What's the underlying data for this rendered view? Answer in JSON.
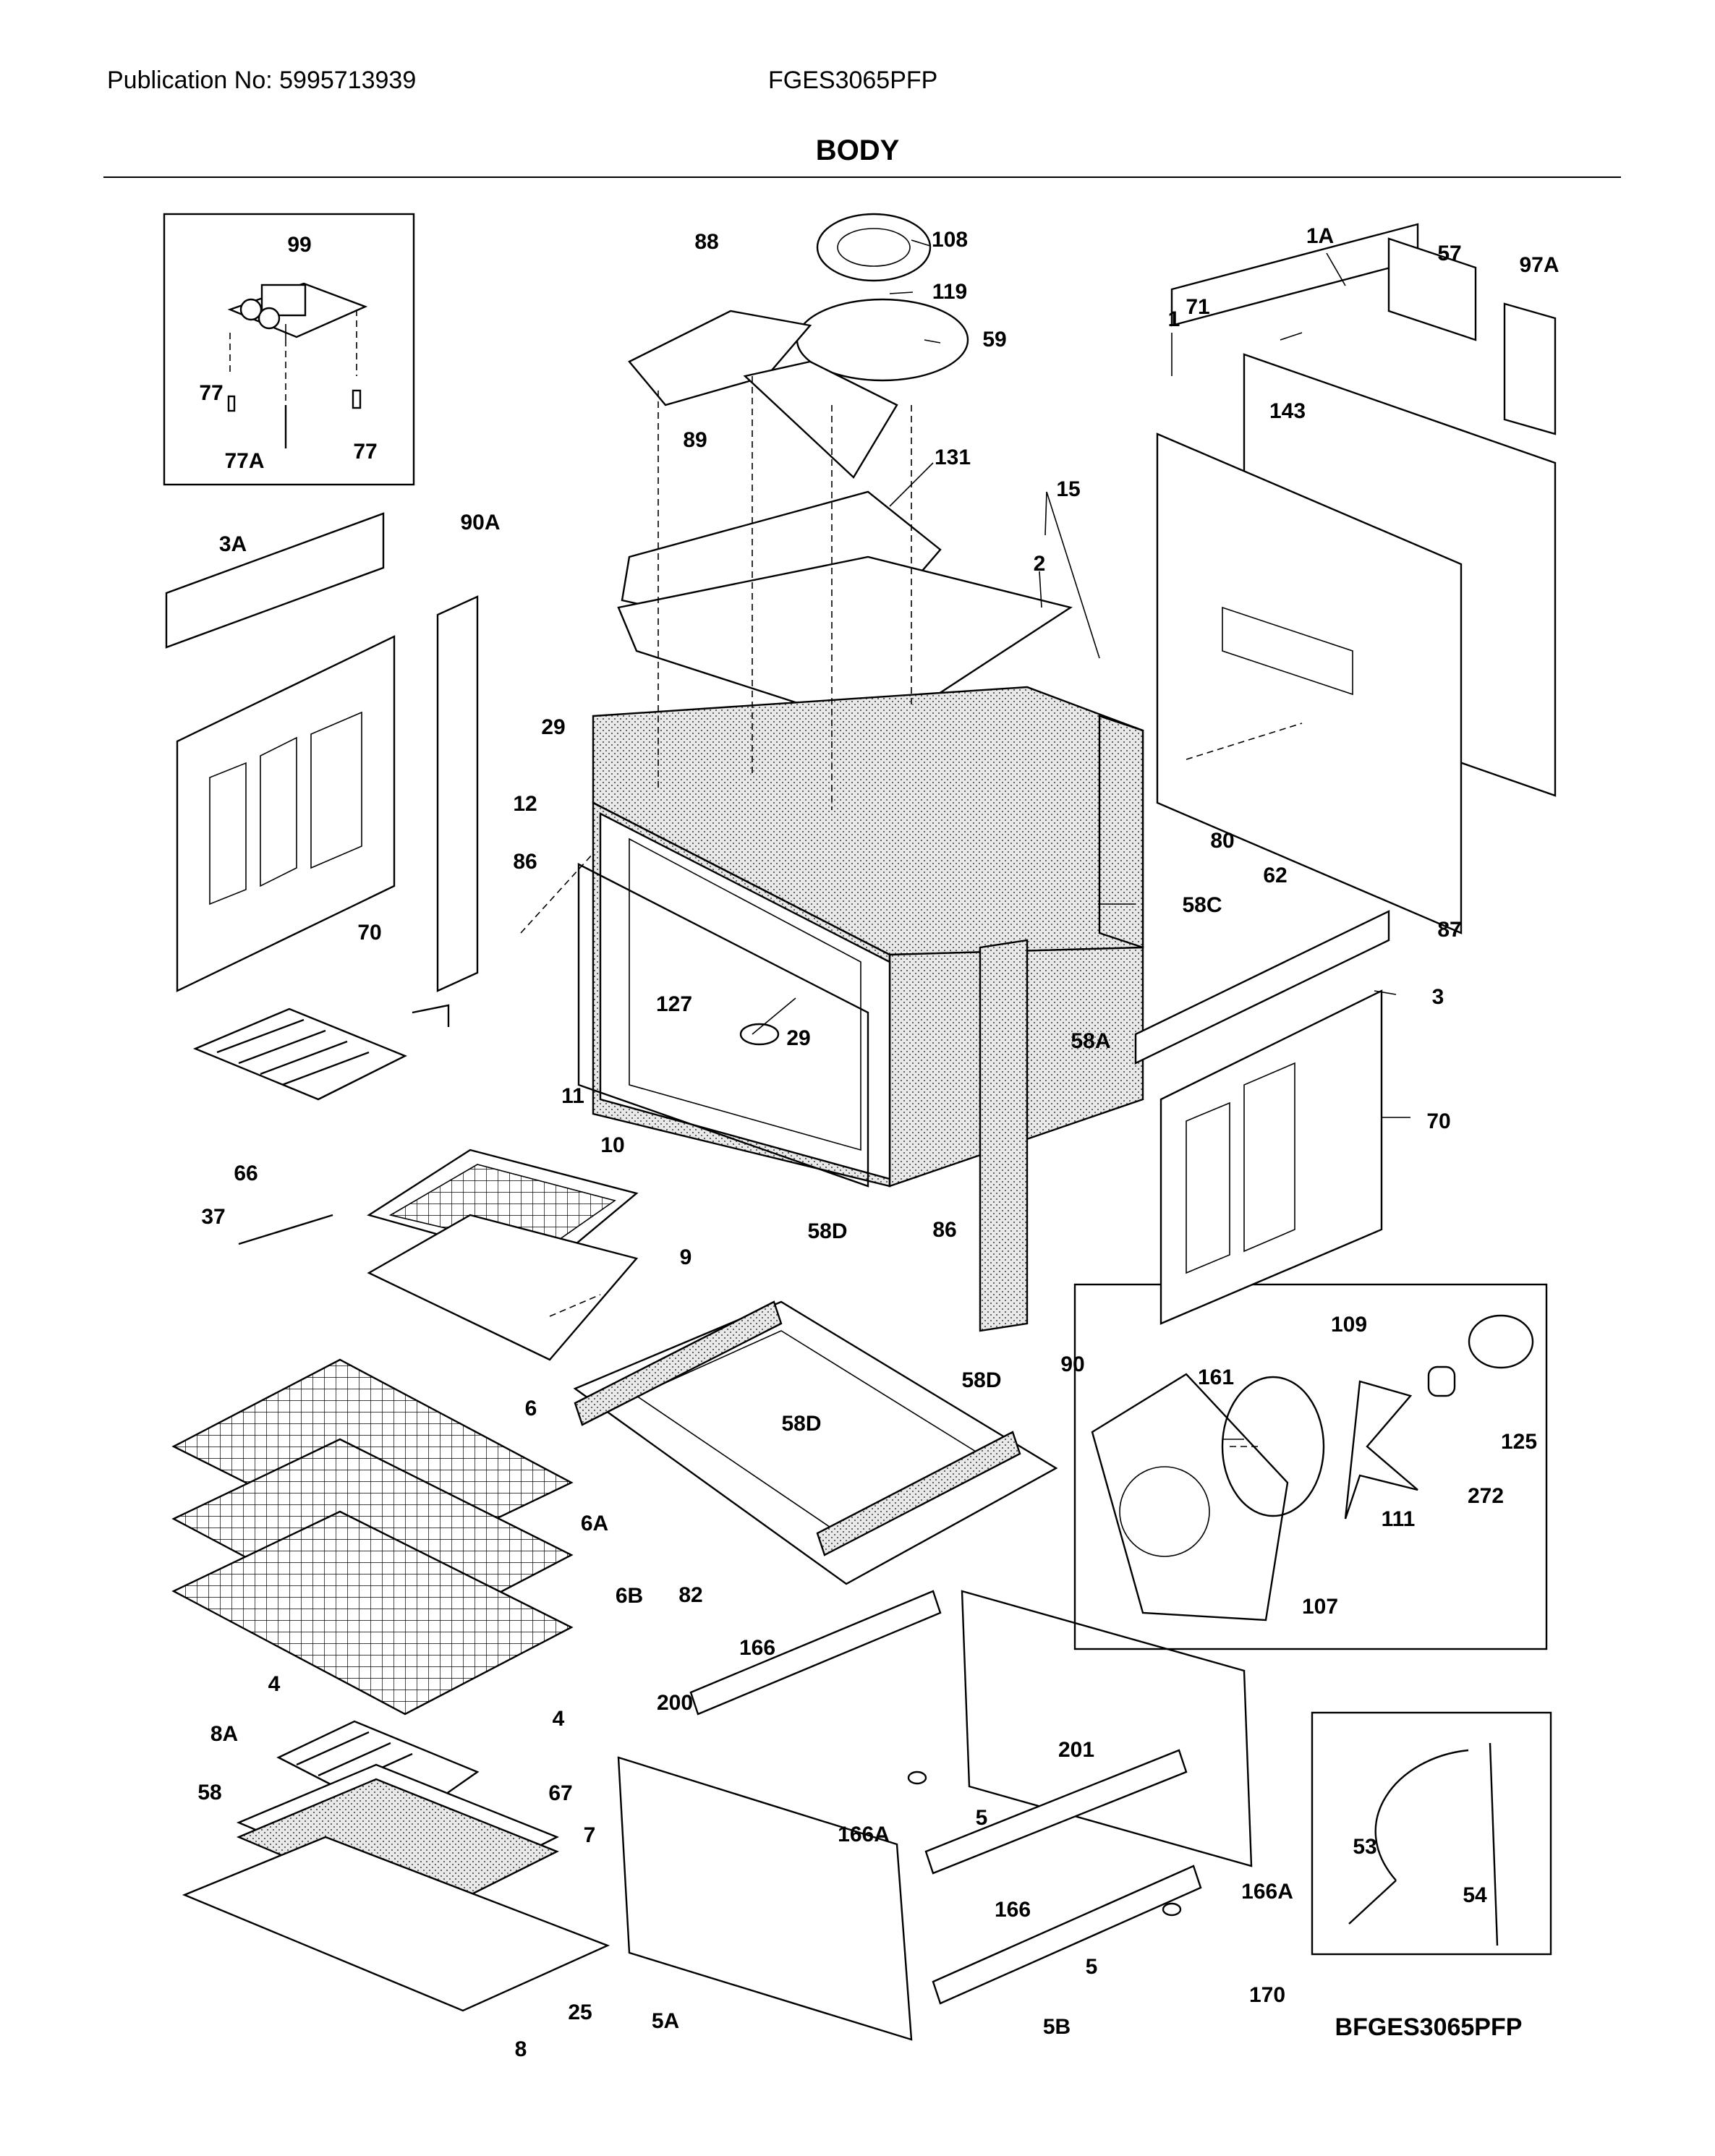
{
  "header": {
    "publication": "Publication No: 5995713939",
    "model": "FGES3065PFP",
    "section": "BODY"
  },
  "diagram_code": "BFGES3065PFP",
  "callouts": [
    {
      "id": "99",
      "label": "99"
    },
    {
      "id": "77-left",
      "label": "77"
    },
    {
      "id": "77a",
      "label": "77A"
    },
    {
      "id": "77-right",
      "label": "77"
    },
    {
      "id": "88",
      "label": "88"
    },
    {
      "id": "108",
      "label": "108"
    },
    {
      "id": "119",
      "label": "119"
    },
    {
      "id": "59",
      "label": "59"
    },
    {
      "id": "89",
      "label": "89"
    },
    {
      "id": "131",
      "label": "131"
    },
    {
      "id": "15",
      "label": "15"
    },
    {
      "id": "2",
      "label": "2"
    },
    {
      "id": "1a",
      "label": "1A"
    },
    {
      "id": "57",
      "label": "57"
    },
    {
      "id": "97a",
      "label": "97A"
    },
    {
      "id": "1",
      "label": "1"
    },
    {
      "id": "71",
      "label": "71"
    },
    {
      "id": "143",
      "label": "143"
    },
    {
      "id": "3a",
      "label": "3A"
    },
    {
      "id": "90a",
      "label": "90A"
    },
    {
      "id": "29-top",
      "label": "29"
    },
    {
      "id": "12",
      "label": "12"
    },
    {
      "id": "86-left",
      "label": "86"
    },
    {
      "id": "70-left",
      "label": "70"
    },
    {
      "id": "80",
      "label": "80"
    },
    {
      "id": "62",
      "label": "62"
    },
    {
      "id": "87",
      "label": "87"
    },
    {
      "id": "58c",
      "label": "58C"
    },
    {
      "id": "3",
      "label": "3"
    },
    {
      "id": "127",
      "label": "127"
    },
    {
      "id": "29-mid",
      "label": "29"
    },
    {
      "id": "58a",
      "label": "58A"
    },
    {
      "id": "11",
      "label": "11"
    },
    {
      "id": "66",
      "label": "66"
    },
    {
      "id": "10",
      "label": "10"
    },
    {
      "id": "70-right",
      "label": "70"
    },
    {
      "id": "86-right",
      "label": "86"
    },
    {
      "id": "37",
      "label": "37"
    },
    {
      "id": "9",
      "label": "9"
    },
    {
      "id": "58d-top",
      "label": "58D"
    },
    {
      "id": "90",
      "label": "90"
    },
    {
      "id": "109",
      "label": "109"
    },
    {
      "id": "161",
      "label": "161"
    },
    {
      "id": "125",
      "label": "125"
    },
    {
      "id": "6",
      "label": "6"
    },
    {
      "id": "58d-mid",
      "label": "58D"
    },
    {
      "id": "58d-right",
      "label": "58D"
    },
    {
      "id": "272",
      "label": "272"
    },
    {
      "id": "111",
      "label": "111"
    },
    {
      "id": "6a",
      "label": "6A"
    },
    {
      "id": "82",
      "label": "82"
    },
    {
      "id": "107",
      "label": "107"
    },
    {
      "id": "6b",
      "label": "6B"
    },
    {
      "id": "4-left",
      "label": "4"
    },
    {
      "id": "4-right",
      "label": "4"
    },
    {
      "id": "166-top",
      "label": "166"
    },
    {
      "id": "200",
      "label": "200"
    },
    {
      "id": "201",
      "label": "201"
    },
    {
      "id": "8a",
      "label": "8A"
    },
    {
      "id": "5-top",
      "label": "5"
    },
    {
      "id": "166a-left",
      "label": "166A"
    },
    {
      "id": "58",
      "label": "58"
    },
    {
      "id": "67",
      "label": "67"
    },
    {
      "id": "7",
      "label": "7"
    },
    {
      "id": "166-bottom",
      "label": "166"
    },
    {
      "id": "166a-right",
      "label": "166A"
    },
    {
      "id": "53",
      "label": "53"
    },
    {
      "id": "54",
      "label": "54"
    },
    {
      "id": "5-bottom",
      "label": "5"
    },
    {
      "id": "25",
      "label": "25"
    },
    {
      "id": "5a",
      "label": "5A"
    },
    {
      "id": "170",
      "label": "170"
    },
    {
      "id": "8",
      "label": "8"
    },
    {
      "id": "5b",
      "label": "5B"
    }
  ]
}
